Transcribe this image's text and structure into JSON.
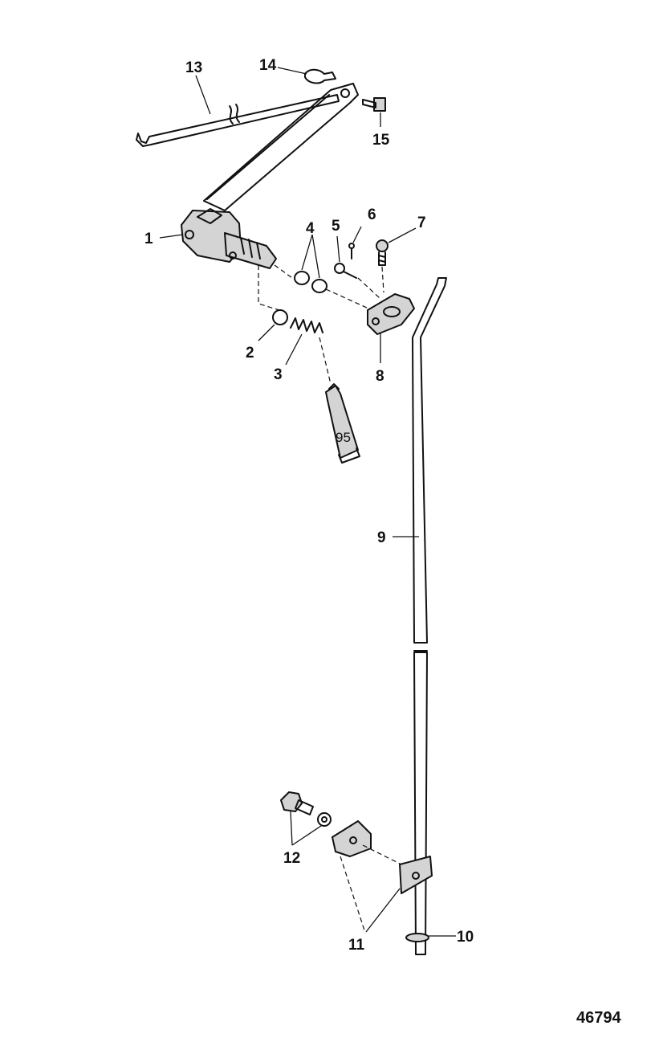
{
  "callouts": {
    "c1": "1",
    "c2": "2",
    "c3": "3",
    "c4": "4",
    "c5": "5",
    "c6": "6",
    "c7": "7",
    "c8": "8",
    "c9": "9",
    "c10": "10",
    "c11": "11",
    "c12": "12",
    "c13": "13",
    "c14": "14",
    "c15": "15"
  },
  "tube_label": "95",
  "reference_number": "46794"
}
